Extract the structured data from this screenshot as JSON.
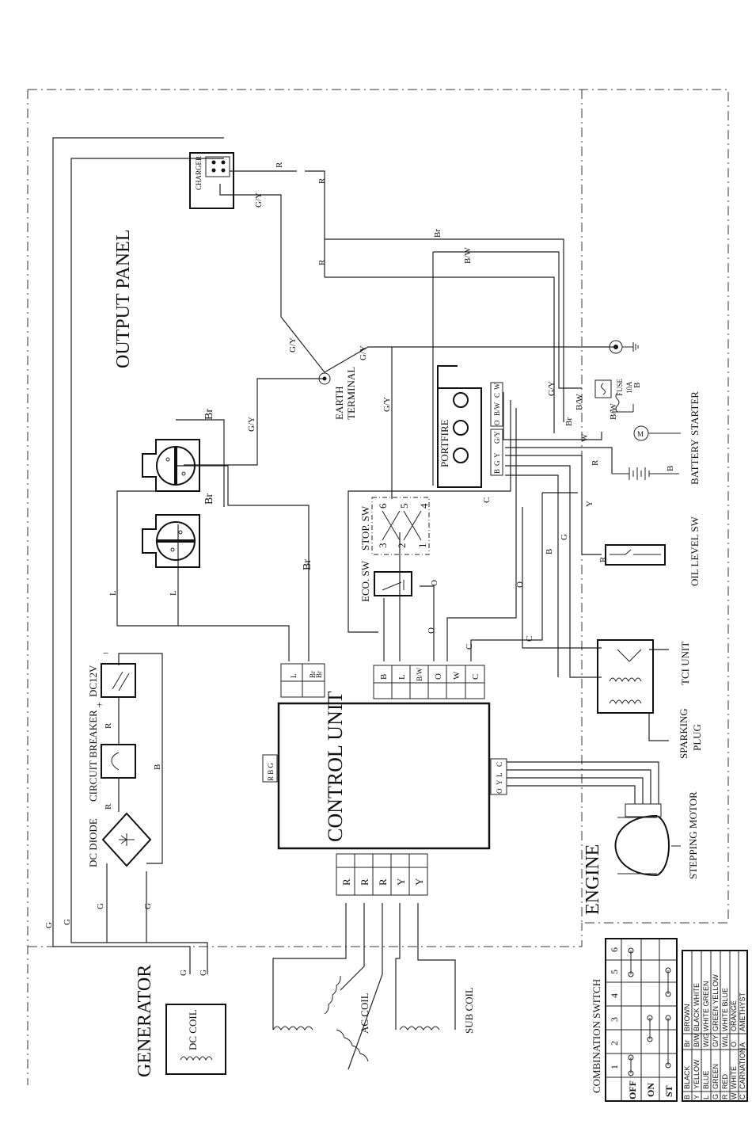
{
  "regions": {
    "output_panel": "OUTPUT PANEL",
    "generator": "GENERATOR",
    "engine": "ENGINE"
  },
  "components": {
    "charger": "CHARGER",
    "earth_terminal_1": "EARTH",
    "earth_terminal_2": "TERMINAL",
    "portfire": "PORTFIRE",
    "stop_sw": "STOP. SW",
    "eco_sw": "ECO. SW",
    "dc12v": "DC12V",
    "circuit_breaker": "CIRCUIT BREAKER",
    "dc_diode": "DC DIODE",
    "control_unit": "CONTROL UNIT",
    "dc_coil": "DC COIL",
    "ac_coil": "AC COIL",
    "sub_coil": "SUB COIL",
    "fuse": "FUSE",
    "fuse_rating": "10A",
    "starter": "STARTER",
    "battery": "BATTERY",
    "oil_level_sw": "OIL LEVEL SW",
    "tci_unit": "TCI UNIT",
    "sparking_plug_1": "SPARKING",
    "sparking_plug_2": "PLUG",
    "stepping_motor": "STEPPING MOTOR",
    "motor_symbol": "M",
    "plus": "+",
    "minus": "−"
  },
  "wire_labels": {
    "r": "R",
    "br": "Br",
    "bw": "B/W",
    "gy": "G/Y",
    "l": "L",
    "g": "G",
    "b": "B",
    "c": "C",
    "o": "O",
    "y": "Y",
    "w": "W"
  },
  "stop_sw_terminals": [
    "6",
    "5",
    "4",
    "3",
    "2",
    "1"
  ],
  "cu_connector_top": [
    "B",
    "L",
    "B/W",
    "O",
    "W",
    "C"
  ],
  "cu_connector_left_small": [
    "L",
    "Br",
    "Br"
  ],
  "cu_connector_left_side": "R B G",
  "cu_connector_right": [
    "O",
    "Y",
    "L",
    "C"
  ],
  "cu_connector_bottom": [
    "R",
    "R",
    "R",
    "Y",
    "Y"
  ],
  "portfire_connector_top": [
    "O",
    "B/W",
    "C",
    "W"
  ],
  "portfire_connector_bottom": [
    "B",
    "G",
    "Y",
    "G/Y"
  ],
  "combination_switch": {
    "title": "COMBINATION SWITCH",
    "columns": [
      "1",
      "2",
      "3",
      "4",
      "5",
      "6"
    ],
    "rows": [
      "OFF",
      "ON",
      "ST"
    ]
  },
  "color_legend": {
    "rows": [
      [
        "B",
        "BLACK",
        "Br",
        "BROWN"
      ],
      [
        "Y",
        "YELLOW",
        "B/W",
        "BLACK WHITE"
      ],
      [
        "L",
        "BLUE",
        "W/G",
        "WHITE GREEN"
      ],
      [
        "G",
        "GREEN",
        "G/Y",
        "GREEN YELLOW"
      ],
      [
        "R",
        "RED",
        "W/L",
        "WHITE BLUE"
      ],
      [
        "W",
        "WHITE",
        "O",
        "ORANGE"
      ],
      [
        "C",
        "CARNATION",
        "A",
        "AMETHYST"
      ]
    ]
  }
}
